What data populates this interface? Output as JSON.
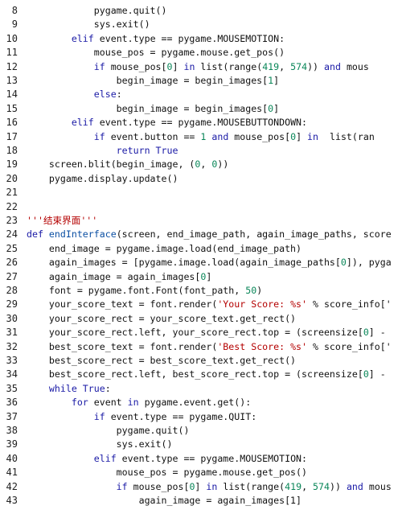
{
  "line_numbers": [
    "8",
    "9",
    "10",
    "11",
    "12",
    "13",
    "14",
    "15",
    "16",
    "17",
    "18",
    "19",
    "20",
    "21",
    "22",
    "23",
    "24",
    "25",
    "26",
    "27",
    "28",
    "29",
    "30",
    "31",
    "32",
    "33",
    "34",
    "35",
    "36",
    "37",
    "38",
    "39",
    "40",
    "41",
    "42",
    "43"
  ],
  "lines": [
    [
      {
        "t": "plain",
        "v": "            pygame.quit()"
      }
    ],
    [
      {
        "t": "plain",
        "v": "            sys.exit()"
      }
    ],
    [
      {
        "t": "kw",
        "v": "        elif "
      },
      {
        "t": "plain",
        "v": "event.type == pygame.MOUSEMOTION:"
      }
    ],
    [
      {
        "t": "plain",
        "v": "            mouse_pos = pygame.mouse.get_pos()"
      }
    ],
    [
      {
        "t": "kw",
        "v": "            if "
      },
      {
        "t": "plain",
        "v": "mouse_pos["
      },
      {
        "t": "num",
        "v": "0"
      },
      {
        "t": "plain",
        "v": "] "
      },
      {
        "t": "kw",
        "v": "in "
      },
      {
        "t": "plain",
        "v": "list(range("
      },
      {
        "t": "num",
        "v": "419"
      },
      {
        "t": "plain",
        "v": ", "
      },
      {
        "t": "num",
        "v": "574"
      },
      {
        "t": "plain",
        "v": ")) "
      },
      {
        "t": "kw",
        "v": "and "
      },
      {
        "t": "plain",
        "v": "mous"
      }
    ],
    [
      {
        "t": "plain",
        "v": "                begin_image = begin_images["
      },
      {
        "t": "num",
        "v": "1"
      },
      {
        "t": "plain",
        "v": "]"
      }
    ],
    [
      {
        "t": "kw",
        "v": "            else"
      },
      {
        "t": "plain",
        "v": ":"
      }
    ],
    [
      {
        "t": "plain",
        "v": "                begin_image = begin_images["
      },
      {
        "t": "num",
        "v": "0"
      },
      {
        "t": "plain",
        "v": "]"
      }
    ],
    [
      {
        "t": "kw",
        "v": "        elif "
      },
      {
        "t": "plain",
        "v": "event.type == pygame.MOUSEBUTTONDOWN:"
      }
    ],
    [
      {
        "t": "kw",
        "v": "            if "
      },
      {
        "t": "plain",
        "v": "event.button == "
      },
      {
        "t": "num",
        "v": "1"
      },
      {
        "t": "kw",
        "v": " and "
      },
      {
        "t": "plain",
        "v": "mouse_pos["
      },
      {
        "t": "num",
        "v": "0"
      },
      {
        "t": "plain",
        "v": "] "
      },
      {
        "t": "kw",
        "v": "in "
      },
      {
        "t": "plain",
        "v": " list(ran"
      }
    ],
    [
      {
        "t": "kw",
        "v": "                return True"
      }
    ],
    [
      {
        "t": "plain",
        "v": "    screen.blit(begin_image, ("
      },
      {
        "t": "num",
        "v": "0"
      },
      {
        "t": "plain",
        "v": ", "
      },
      {
        "t": "num",
        "v": "0"
      },
      {
        "t": "plain",
        "v": "))"
      }
    ],
    [
      {
        "t": "plain",
        "v": "    pygame.display.update()"
      }
    ],
    [
      {
        "t": "plain",
        "v": ""
      }
    ],
    [
      {
        "t": "plain",
        "v": ""
      }
    ],
    [
      {
        "t": "str",
        "v": "'''结束界面'''"
      }
    ],
    [
      {
        "t": "kw",
        "v": "def "
      },
      {
        "t": "fn",
        "v": "endInterface"
      },
      {
        "t": "plain",
        "v": "(screen, end_image_path, again_image_paths, score"
      }
    ],
    [
      {
        "t": "plain",
        "v": "    end_image = pygame.image.load(end_image_path)"
      }
    ],
    [
      {
        "t": "plain",
        "v": "    again_images = [pygame.image.load(again_image_paths["
      },
      {
        "t": "num",
        "v": "0"
      },
      {
        "t": "plain",
        "v": "]), pyga"
      }
    ],
    [
      {
        "t": "plain",
        "v": "    again_image = again_images["
      },
      {
        "t": "num",
        "v": "0"
      },
      {
        "t": "plain",
        "v": "]"
      }
    ],
    [
      {
        "t": "plain",
        "v": "    font = pygame.font.Font(font_path, "
      },
      {
        "t": "num",
        "v": "50"
      },
      {
        "t": "plain",
        "v": ")"
      }
    ],
    [
      {
        "t": "plain",
        "v": "    your_score_text = font.render("
      },
      {
        "t": "str",
        "v": "'Your Score: %s'"
      },
      {
        "t": "plain",
        "v": " % score_info['"
      }
    ],
    [
      {
        "t": "plain",
        "v": "    your_score_rect = your_score_text.get_rect()"
      }
    ],
    [
      {
        "t": "plain",
        "v": "    your_score_rect.left, your_score_rect.top = (screensize["
      },
      {
        "t": "num",
        "v": "0"
      },
      {
        "t": "plain",
        "v": "] -"
      }
    ],
    [
      {
        "t": "plain",
        "v": "    best_score_text = font.render("
      },
      {
        "t": "str",
        "v": "'Best Score: %s'"
      },
      {
        "t": "plain",
        "v": " % score_info['"
      }
    ],
    [
      {
        "t": "plain",
        "v": "    best_score_rect = best_score_text.get_rect()"
      }
    ],
    [
      {
        "t": "plain",
        "v": "    best_score_rect.left, best_score_rect.top = (screensize["
      },
      {
        "t": "num",
        "v": "0"
      },
      {
        "t": "plain",
        "v": "] -"
      }
    ],
    [
      {
        "t": "kw",
        "v": "    while True"
      },
      {
        "t": "plain",
        "v": ":"
      }
    ],
    [
      {
        "t": "kw",
        "v": "        for "
      },
      {
        "t": "plain",
        "v": "event "
      },
      {
        "t": "kw",
        "v": "in "
      },
      {
        "t": "plain",
        "v": "pygame.event.get():"
      }
    ],
    [
      {
        "t": "kw",
        "v": "            if "
      },
      {
        "t": "plain",
        "v": "event.type == pygame.QUIT:"
      }
    ],
    [
      {
        "t": "plain",
        "v": "                pygame.quit()"
      }
    ],
    [
      {
        "t": "plain",
        "v": "                sys.exit()"
      }
    ],
    [
      {
        "t": "kw",
        "v": "            elif "
      },
      {
        "t": "plain",
        "v": "event.type == pygame.MOUSEMOTION:"
      }
    ],
    [
      {
        "t": "plain",
        "v": "                mouse_pos = pygame.mouse.get_pos()"
      }
    ],
    [
      {
        "t": "kw",
        "v": "                if "
      },
      {
        "t": "plain",
        "v": "mouse_pos["
      },
      {
        "t": "num",
        "v": "0"
      },
      {
        "t": "plain",
        "v": "] "
      },
      {
        "t": "kw",
        "v": "in "
      },
      {
        "t": "plain",
        "v": "list(range("
      },
      {
        "t": "num",
        "v": "419"
      },
      {
        "t": "plain",
        "v": ", "
      },
      {
        "t": "num",
        "v": "574"
      },
      {
        "t": "plain",
        "v": ")) "
      },
      {
        "t": "kw",
        "v": "and "
      },
      {
        "t": "plain",
        "v": "mous"
      }
    ],
    [
      {
        "t": "plain",
        "v": "                    again_image = again_images[1]"
      }
    ]
  ]
}
